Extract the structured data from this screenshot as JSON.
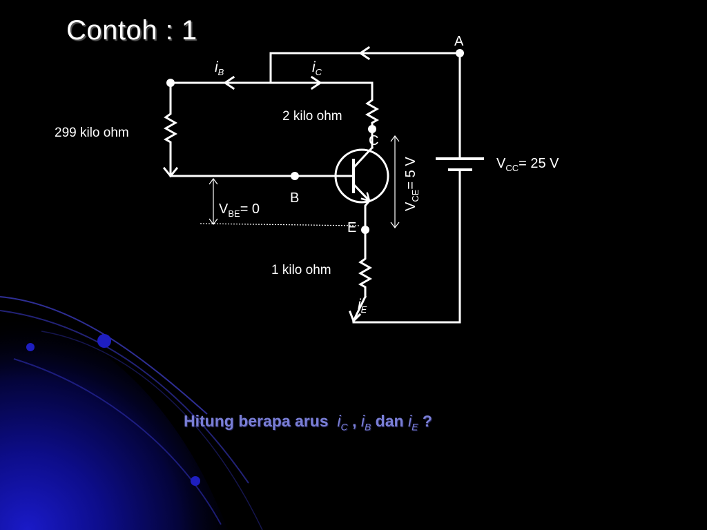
{
  "slide": {
    "title": "Contoh : 1",
    "question": {
      "prefix": "Hitung berapa arus",
      "i_c": "i",
      "i_c_sub": "C",
      "comma": " ,",
      "i_b": "i",
      "i_b_sub": "B",
      "dan": "dan",
      "i_e": "i",
      "i_e_sub": "E",
      "suffix": "?"
    }
  },
  "circuit": {
    "node_a": "A",
    "node_b": "B",
    "node_c": "C",
    "node_e": "E",
    "i_b": "i",
    "i_b_sub": "B",
    "i_c": "i",
    "i_c_sub": "C",
    "i_e": "i",
    "i_e_sub": "E",
    "r_base": "299 kilo ohm",
    "r_collector": "2 kilo ohm",
    "r_emitter": "1 kilo ohm",
    "vcc_main": "V",
    "vcc_sub": "CC",
    "vcc_value": "= 25 V",
    "vbe_main": "V",
    "vbe_sub": "BE",
    "vbe_value": "= 0",
    "vce_main": "V",
    "vce_sub": "CE",
    "vce_value": "= 5 V"
  },
  "colors": {
    "background": "#000000",
    "wire": "#ffffff",
    "question_text": "#7a7fd6",
    "decoration": "#1414b4"
  }
}
